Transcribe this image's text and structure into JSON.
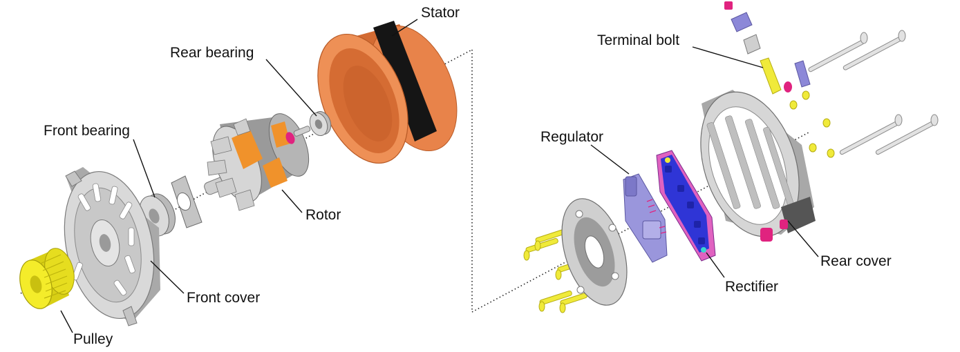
{
  "labels": {
    "stator": "Stator",
    "rear_bearing": "Rear bearing",
    "front_bearing": "Front bearing",
    "rotor": "Rotor",
    "front_cover": "Front cover",
    "pulley": "Pulley",
    "terminal_bolt": "Terminal bolt",
    "regulator": "Regulator",
    "rectifier": "Rectifier",
    "rear_cover": "Rear cover"
  },
  "colors": {
    "stator_orange": "#e8834a",
    "stator_band": "#151515",
    "rotor_orange": "#f0922b",
    "metal_light": "#d9d9d9",
    "metal_mid": "#b9b9b9",
    "metal_dark": "#8a8a8a",
    "pulley_yellow": "#f4ec2a",
    "regulator_lilac": "#9a96dc",
    "rectifier_blue": "#2f35d6",
    "accent_magenta": "#e0237f",
    "bolt_yellow": "#f0ea3a",
    "bolt_grey": "#e2e2e2"
  }
}
